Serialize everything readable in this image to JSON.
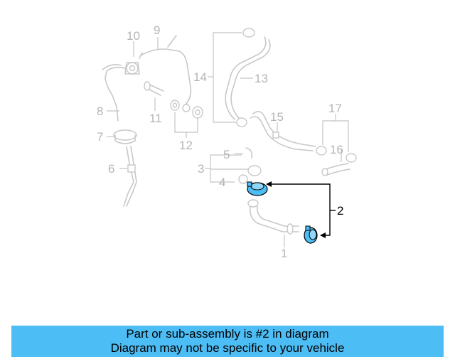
{
  "diagram": {
    "highlight_color": "#4dbdf5",
    "callouts": [
      {
        "id": "c1",
        "label": "1"
      },
      {
        "id": "c2",
        "label": "2"
      },
      {
        "id": "c3",
        "label": "3"
      },
      {
        "id": "c4",
        "label": "4"
      },
      {
        "id": "c5",
        "label": "5"
      },
      {
        "id": "c6",
        "label": "6"
      },
      {
        "id": "c7",
        "label": "7"
      },
      {
        "id": "c8",
        "label": "8"
      },
      {
        "id": "c9",
        "label": "9"
      },
      {
        "id": "c10",
        "label": "10"
      },
      {
        "id": "c11",
        "label": "11"
      },
      {
        "id": "c12",
        "label": "12"
      },
      {
        "id": "c13",
        "label": "13"
      },
      {
        "id": "c14",
        "label": "14"
      },
      {
        "id": "c15",
        "label": "15"
      },
      {
        "id": "c16",
        "label": "16"
      },
      {
        "id": "c17",
        "label": "17"
      }
    ]
  },
  "banner": {
    "line1": "Part or sub-assembly is #2 in diagram",
    "line2": "Diagram may not be specific to your vehicle",
    "background": "#4dbdf5"
  }
}
